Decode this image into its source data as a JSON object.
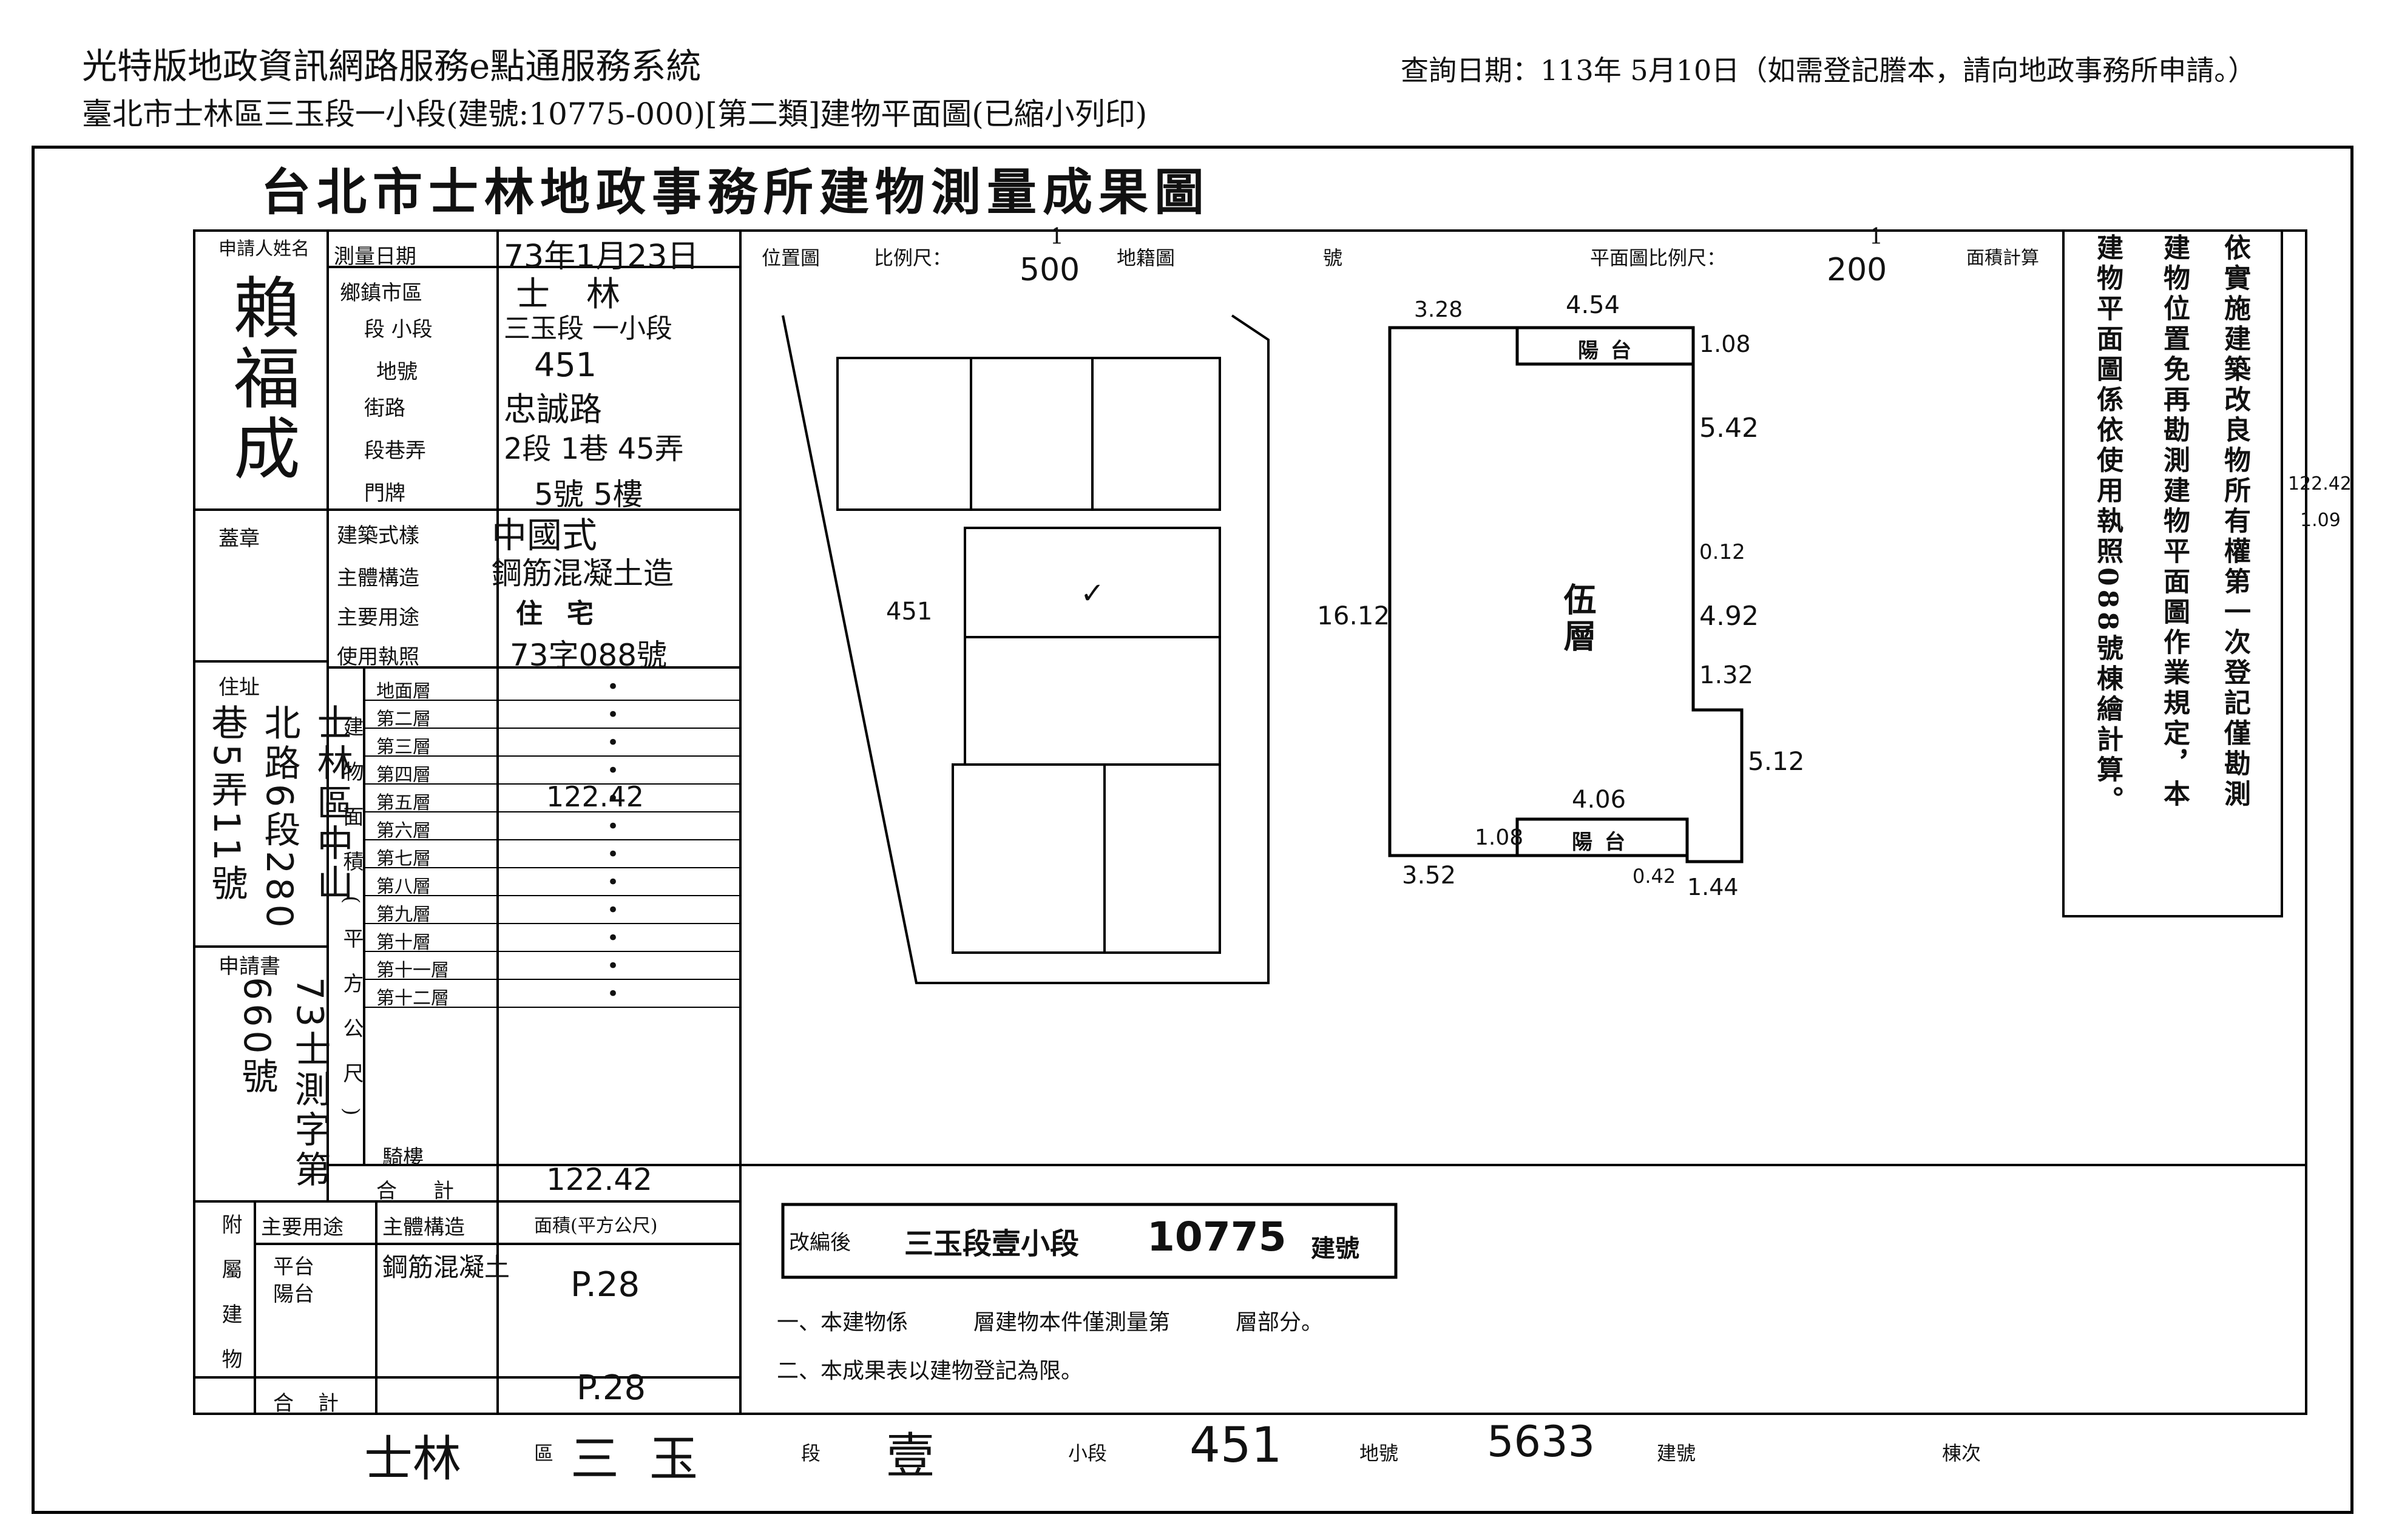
{
  "header": {
    "system_title": "光特版地政資訊網路服務e點通服務系統",
    "document_line": "臺北市士林區三玉段一小段(建號:10775-000)[第二類]建物平面圖(已縮小列印)",
    "query_date": "查詢日期：113年 5月10日（如需登記謄本，請向地政事務所申請。）"
  },
  "doc_title": "台北市士林地政事務所建物測量成果圖",
  "form": {
    "applicant_label": "申請人姓名",
    "applicant_name": "賴福成",
    "seal_label": "蓋章",
    "survey_date_label": "測量日期",
    "survey_date": "73年1月23日",
    "township_label": "鄉鎮市區",
    "township": "士林",
    "section_label": "段 小段",
    "section": "三玉段 一小段",
    "lot_label": "地號",
    "lot": "451",
    "street_label": "街路",
    "street": "忠誠路",
    "lane_label": "段巷弄",
    "lane": "2段 1巷 45弄",
    "door_label": "門牌",
    "door": "5號 5樓",
    "style_label": "建築式樣",
    "style": "中國式",
    "structure_label": "主體構造",
    "structure": "鋼筋混凝土造",
    "use_label": "主要用途",
    "use": "住宅",
    "permit_label": "使用執照",
    "permit": "73字088號",
    "address_label": "住址",
    "address": "士林區中山北路6段280巷5弄11號",
    "application_label": "申請書",
    "application_no": "73士測字第660號",
    "area_label": "建物面積(平方公尺)",
    "floors": [
      "地面層",
      "第二層",
      "第三層",
      "第四層",
      "第五層",
      "第六層",
      "第七層",
      "第八層",
      "第九層",
      "第十層",
      "第十一層",
      "第十二層"
    ],
    "fifth_floor_area": "122.42",
    "arcade_label": "騎樓",
    "total_label": "合計",
    "total_area": "122.42",
    "annex_label": "附屬建物",
    "annex_use_label": "主要用途",
    "annex_struct_label": "主體構造",
    "annex_area_label": "面積(平方公尺)",
    "annex_rows": [
      "平台",
      "陽台"
    ],
    "annex_struct": "鋼筋混凝土",
    "annex_area": "P.28",
    "annex_total_label": "合計",
    "annex_total": "P.28",
    "dot": "•"
  },
  "notes": {
    "stamp_label": "改編後",
    "stamp_section": "三玉段壹小段",
    "stamp_number": "10775",
    "stamp_suffix": "建號",
    "note1": "一、本建物係　　　層建物本件僅測量第　　　層部分。",
    "note2": "二、本成果表以建物登記為限。"
  },
  "footer": {
    "district": "士林",
    "district_label": "區",
    "section": "三玉",
    "section_label": "段",
    "subsection": "壹",
    "subsection_label": "小段",
    "lot": "451",
    "lot_label": "地號",
    "building_no": "5633",
    "building_label": "建號",
    "floor_label": "棟次"
  },
  "location_map": {
    "label": "位置圖",
    "scale_label": "比例尺：",
    "scale_num": "1",
    "scale_den": "500",
    "cadastral_label": "地籍圖",
    "sheet_label": "號",
    "lot_number": "451",
    "check_mark": "✓"
  },
  "floor_plan": {
    "label": "平面圖比例尺：",
    "scale_num": "1",
    "scale_den": "200",
    "area_calc_label": "面積計算",
    "floor_name": "伍層",
    "balcony": "陽台",
    "dims": {
      "top_left": "3.28",
      "top": "4.54",
      "top_right": "1.08",
      "right1": "5.42",
      "right2": "0.12",
      "right3": "4.92",
      "right4": "1.32",
      "right5": "5.12",
      "left": "16.12",
      "bottom_balcony": "4.06",
      "bottom_left_bal": "1.08",
      "bottom_left": "3.52",
      "bottom_mid": "0.42",
      "bottom_right": "1.44"
    }
  },
  "side_notes": {
    "col1": "依實施建築改良物所有權第一次登記僅勘測",
    "col2": "建物位置免再勘測建物平面圖作業規定，本",
    "col3": "建物平面圖係依使用執照088號棟繪計算。",
    "margin_value": "122.42",
    "margin_value2": "1.09"
  }
}
